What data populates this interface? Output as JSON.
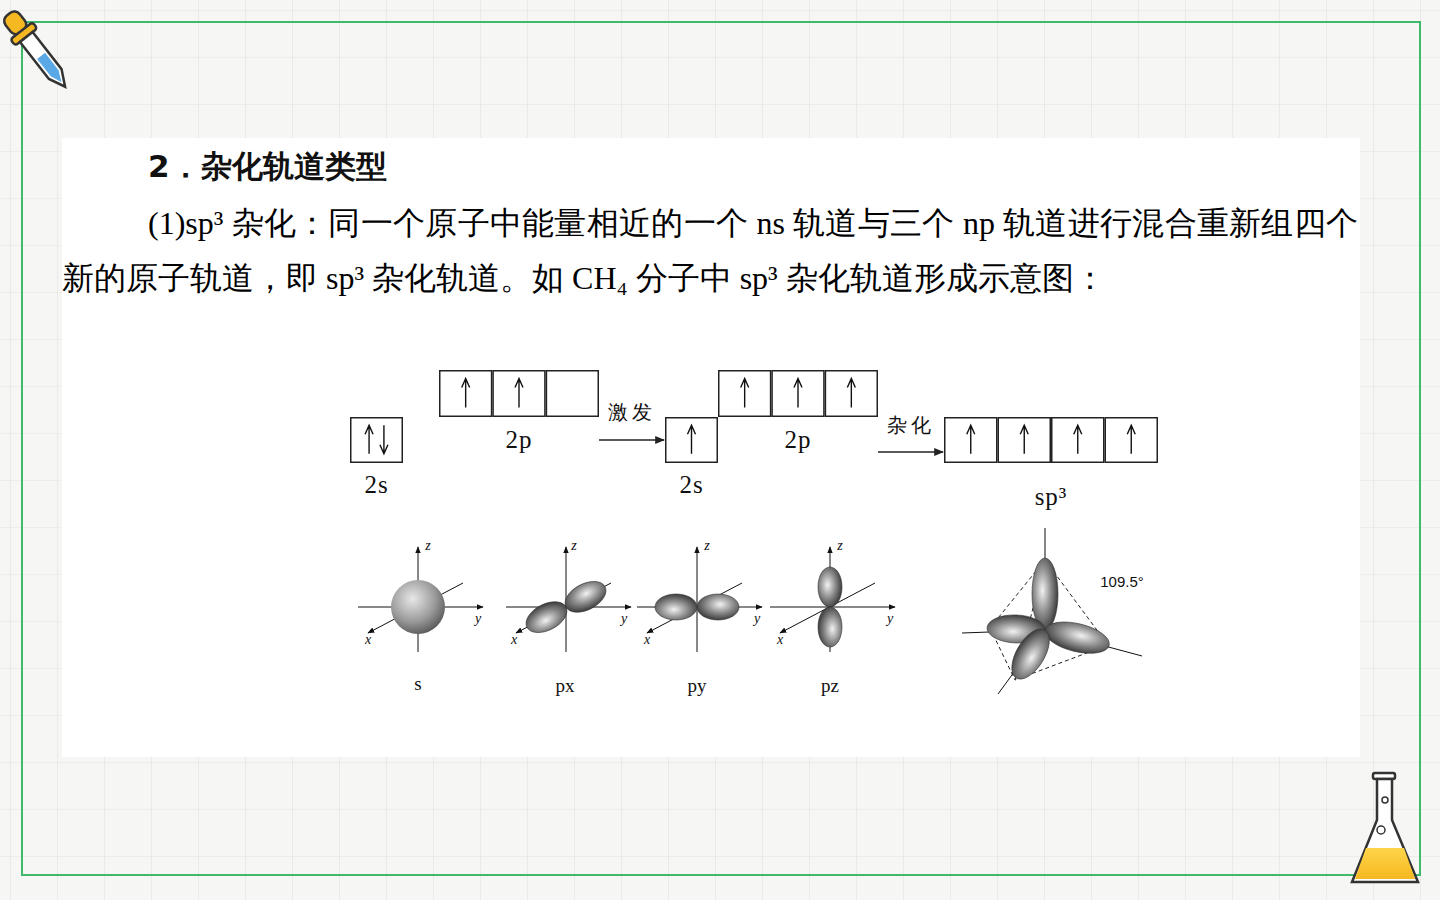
{
  "diagram": {
    "title": "2．杂化轨道类型",
    "nodes": [
      {
        "text": [
          "2s"
        ]
      },
      {
        "text": [
          "2p"
        ]
      },
      {
        "text": [
          "2s"
        ]
      },
      {
        "text": [
          "2p"
        ]
      },
      {
        "text": [
          "sp³"
        ]
      }
    ],
    "edges": [
      {
        "from": 1,
        "to": 2,
        "arrow": "to",
        "label": "激发"
      },
      {
        "from": 3,
        "to": 4,
        "arrow": "to",
        "label": "杂化"
      }
    ],
    "labels": [
      "(1)sp³ 杂化：同一个原子中能量相近的一个 ns 轨道与三个 np 轨道进行混合重新组四个新的原子轨道，即 sp³ 杂化轨道。如 CH₄ 分子中 sp³ 杂化轨道形成示意图：",
      "z",
      "y",
      "x",
      "z",
      "y",
      "x",
      "z",
      "y",
      "x",
      "z",
      "y",
      "x",
      "s",
      "px",
      "py",
      "pz",
      "109.5°"
    ]
  }
}
